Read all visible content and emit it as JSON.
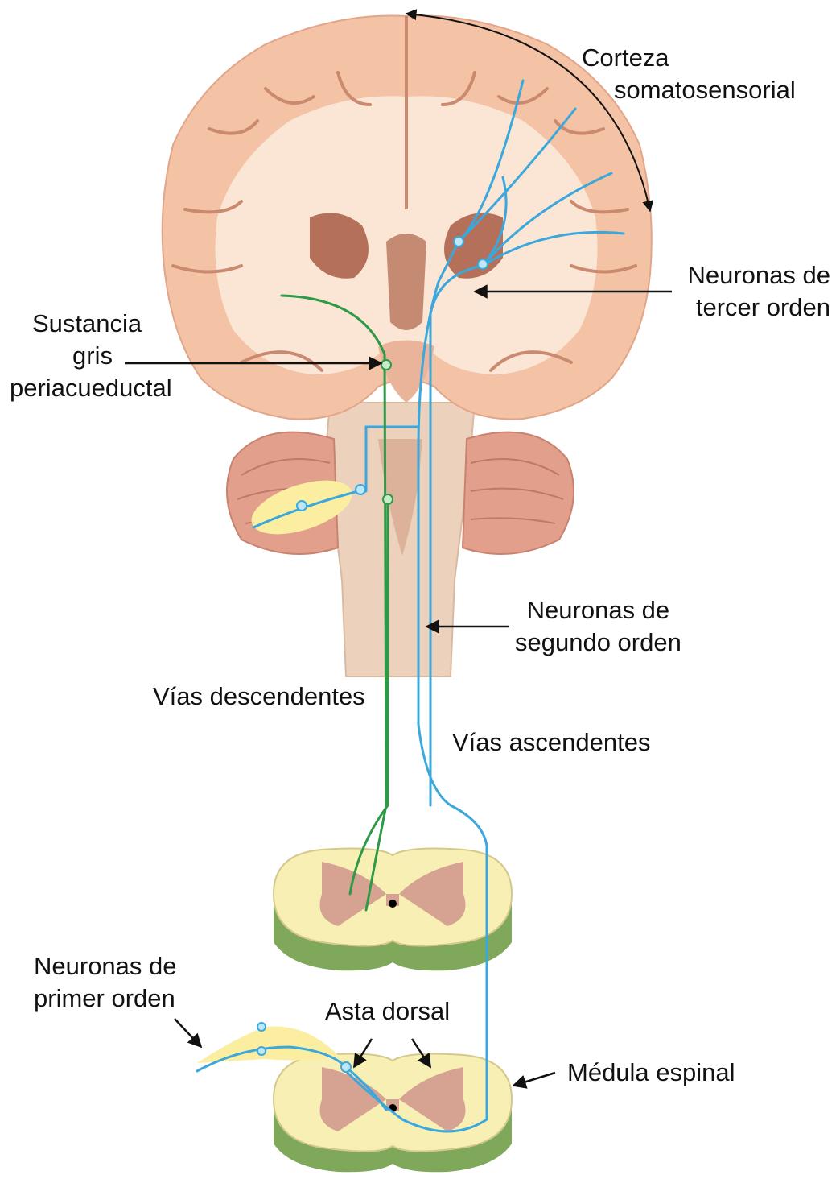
{
  "labels": {
    "cortex": [
      "Corteza",
      "somatosensorial"
    ],
    "third_order": [
      "Neuronas de",
      "tercer orden"
    ],
    "pag": [
      "Sustancia",
      "gris",
      "periacueductal"
    ],
    "second_order": [
      "Neuronas de",
      "segundo orden"
    ],
    "descending": "Vías descendentes",
    "ascending": "Vías ascendentes",
    "first_order": [
      "Neuronas de",
      "primer orden"
    ],
    "dorsal_horn": "Asta dorsal",
    "spinal_cord": "Médula espinal"
  },
  "colors": {
    "ascending_pathway": "#3aa8dc",
    "descending_pathway": "#2e9a48",
    "cortex": "#f4c2a4",
    "white_matter": "#fbe6d6",
    "basal_ganglia": "#b5705a",
    "brainstem": "#ecd2bc",
    "cerebellum": "#e2a08c",
    "spinal_white": "#f7efb4",
    "spinal_gray": "#d6a292",
    "spinal_side": "#7fa85a"
  }
}
